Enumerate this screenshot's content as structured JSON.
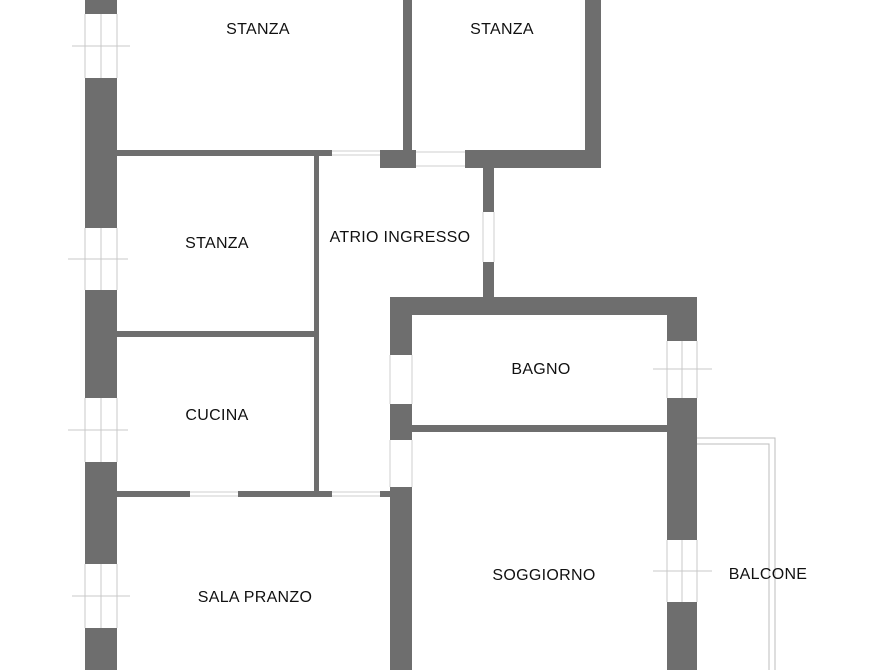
{
  "rooms": {
    "stanza_top_left": "STANZA",
    "stanza_top_right": "STANZA",
    "stanza_middle": "STANZA",
    "atrio": "ATRIO INGRESSO",
    "bagno": "BAGNO",
    "cucina": "CUCINA",
    "soggiorno": "SOGGIORNO",
    "sala_pranzo": "SALA PRANZO",
    "balcone": "BALCONE"
  }
}
